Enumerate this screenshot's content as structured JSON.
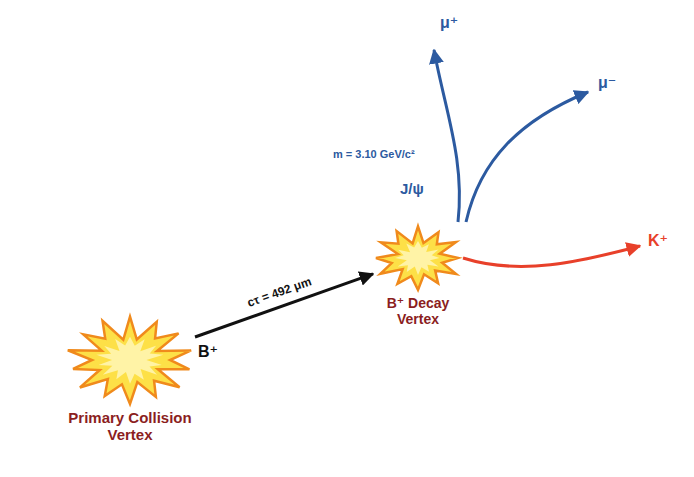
{
  "diagram": {
    "nodes": [
      {
        "text": [
          "Primary Collision Vertex"
        ]
      },
      {
        "text": [
          "B⁺ Decay Vertex"
        ]
      }
    ],
    "edges": [
      {
        "from": 0,
        "to": 1,
        "arrow": "to",
        "label": "cτ = 492 μm"
      }
    ],
    "labels": [
      "B⁺",
      "m = 3.10 GeV/c²",
      "J/ψ",
      "μ⁺",
      "μ⁻",
      "K⁺"
    ]
  }
}
